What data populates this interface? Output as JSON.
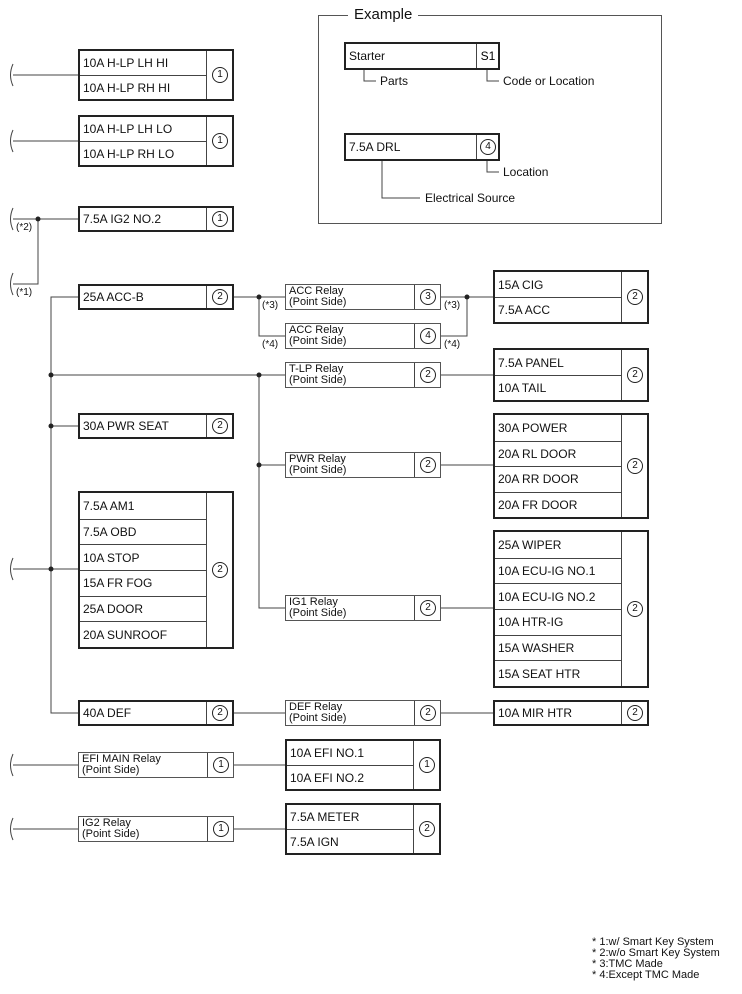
{
  "example": {
    "title": "Example",
    "box1": {
      "label": "Starter",
      "code": "S1"
    },
    "box2": {
      "label": "7.5A DRL",
      "loc": "4"
    },
    "legend": {
      "parts": "Parts",
      "code_or_location": "Code or Location",
      "location": "Location",
      "electrical_source": "Electrical Source"
    }
  },
  "boxes": {
    "hlp_hi": {
      "rows": [
        "10A H-LP LH HI",
        "10A H-LP RH HI"
      ],
      "loc": "1"
    },
    "hlp_lo": {
      "rows": [
        "10A H-LP LH LO",
        "10A H-LP RH LO"
      ],
      "loc": "1"
    },
    "ig2_no2": {
      "rows": [
        "7.5A IG2 NO.2"
      ],
      "loc": "1"
    },
    "acc_b": {
      "rows": [
        "25A ACC-B"
      ],
      "loc": "2"
    },
    "pwr_seat": {
      "rows": [
        "30A PWR SEAT"
      ],
      "loc": "2"
    },
    "am1_group": {
      "rows": [
        "7.5A AM1",
        "7.5A OBD",
        "10A STOP",
        "15A FR FOG",
        "25A DOOR",
        "20A SUNROOF"
      ],
      "loc": "2"
    },
    "def": {
      "rows": [
        "40A DEF"
      ],
      "loc": "2"
    },
    "efi_main_relay": {
      "line1": "EFI MAIN Relay",
      "line2": "(Point Side)",
      "loc": "1"
    },
    "ig2_relay": {
      "line1": "IG2 Relay",
      "line2": "(Point Side)",
      "loc": "1"
    },
    "acc_relay_3": {
      "line1": "ACC Relay",
      "line2": "(Point Side)",
      "loc": "3"
    },
    "acc_relay_4": {
      "line1": "ACC Relay",
      "line2": "(Point Side)",
      "loc": "4"
    },
    "tlp_relay": {
      "line1": "T-LP Relay",
      "line2": "(Point Side)",
      "loc": "2"
    },
    "pwr_relay": {
      "line1": "PWR Relay",
      "line2": "(Point Side)",
      "loc": "2"
    },
    "ig1_relay": {
      "line1": "IG1 Relay",
      "line2": "(Point Side)",
      "loc": "2"
    },
    "def_relay": {
      "line1": "DEF Relay",
      "line2": "(Point Side)",
      "loc": "2"
    },
    "efi_group": {
      "rows": [
        "10A EFI NO.1",
        "10A EFI NO.2"
      ],
      "loc": "1"
    },
    "meter_group": {
      "rows": [
        "7.5A METER",
        "7.5A IGN"
      ],
      "loc": "2"
    },
    "cig_group": {
      "rows": [
        "15A CIG",
        "7.5A ACC"
      ],
      "loc": "2"
    },
    "panel_group": {
      "rows": [
        "7.5A PANEL",
        "10A TAIL"
      ],
      "loc": "2"
    },
    "power_group": {
      "rows": [
        "30A POWER",
        "20A RL DOOR",
        "20A RR DOOR",
        "20A FR DOOR"
      ],
      "loc": "2"
    },
    "wiper_group": {
      "rows": [
        "25A WIPER",
        "10A ECU-IG NO.1",
        "10A ECU-IG NO.2",
        "10A HTR-IG",
        "15A WASHER",
        "15A SEAT HTR"
      ],
      "loc": "2"
    },
    "mir_htr": {
      "rows": [
        "10A MIR HTR"
      ],
      "loc": "2"
    }
  },
  "markers": {
    "n1": "(*1)",
    "n2": "(*2)",
    "n3": "(*3)",
    "n4": "(*4)"
  },
  "notes": [
    "* 1:w/ Smart Key System",
    "* 2:w/o Smart Key System",
    "* 3:TMC Made",
    "* 4:Except TMC Made"
  ]
}
